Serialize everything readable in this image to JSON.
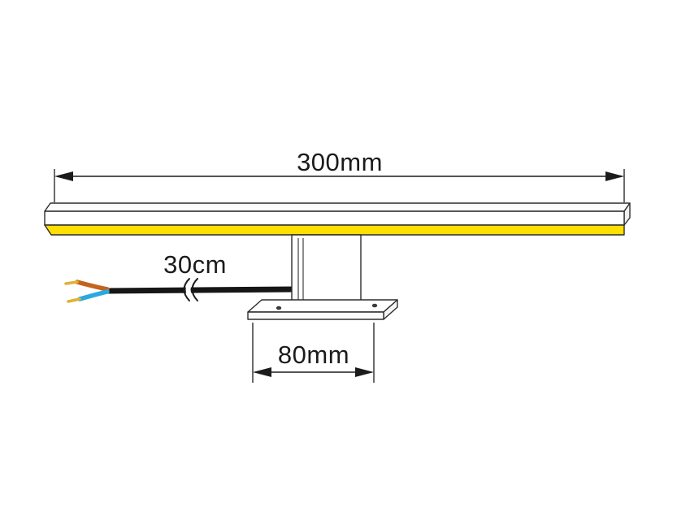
{
  "diagram": {
    "labels": {
      "total_width": "300mm",
      "cable_length": "30cm",
      "base_width": "80mm"
    },
    "values": {
      "total_width_mm": 300,
      "cable_length_cm": 30,
      "base_width_mm": 80
    },
    "colors": {
      "background": "#ffffff",
      "outline": "#2d2d2d",
      "dimension": "#1b1b1b",
      "led_strip": "#ffdf00",
      "cable": "#161616",
      "wire_live": "#c2641f",
      "wire_neutral": "#2aa9e0",
      "wire_tip": "#e0b233"
    }
  }
}
